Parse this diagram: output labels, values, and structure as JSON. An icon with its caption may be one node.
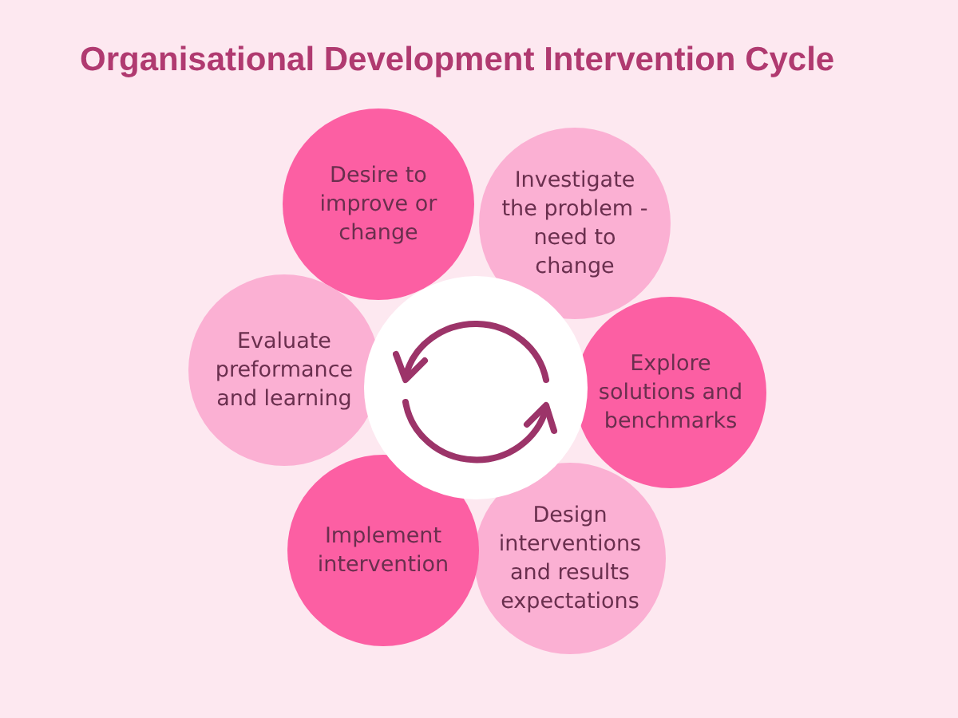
{
  "diagram": {
    "title": "Organisational Development Intervention Cycle",
    "nodes": [
      {
        "text": [
          "Desire to improve or change"
        ]
      },
      {
        "text": [
          "Investigate the problem - need to change"
        ]
      },
      {
        "text": [
          "Explore solutions and benchmarks"
        ]
      },
      {
        "text": [
          "Design interventions and results expectations"
        ]
      },
      {
        "text": [
          "Implement intervention"
        ]
      },
      {
        "text": [
          "Evaluate preformance and learning"
        ]
      },
      {
        "text": [],
        "shape": "circle"
      }
    ]
  }
}
